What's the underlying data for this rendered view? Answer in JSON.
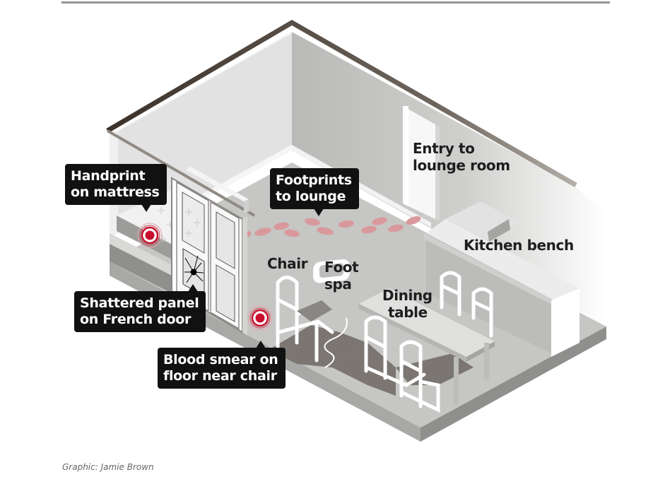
{
  "graphic": {
    "subject": "Isometric crime-scene diagram of a house interior",
    "credit": "Graphic: Jamie Brown"
  },
  "colors": {
    "callout_bg": "#111111",
    "callout_text": "#ffffff",
    "marker_red": "#c8102e",
    "footprint_pink": "#d9999c",
    "wall_light": "#e2e2e2",
    "wall_dark": "#b9b9b7",
    "floor": "#c6c6c4",
    "roof_edge": "#3b3128",
    "rule": "#959595"
  },
  "callouts": [
    {
      "id": "handprint",
      "lines": [
        "Handprint",
        "on mattress"
      ]
    },
    {
      "id": "footprints",
      "lines": [
        "Footprints",
        "to lounge"
      ]
    },
    {
      "id": "shattered",
      "lines": [
        "Shattered panel",
        "on French door"
      ]
    },
    {
      "id": "blood",
      "lines": [
        "Blood smear on",
        "floor near chair"
      ]
    }
  ],
  "labels": [
    {
      "id": "entry",
      "lines": [
        "Entry to",
        "lounge room"
      ]
    },
    {
      "id": "kitchen",
      "lines": [
        "Kitchen bench"
      ]
    },
    {
      "id": "chair",
      "lines": [
        "Chair"
      ]
    },
    {
      "id": "footspa",
      "lines": [
        "Foot",
        "spa"
      ]
    },
    {
      "id": "dining",
      "lines": [
        "Dining",
        "table"
      ]
    }
  ],
  "markers": [
    {
      "id": "handprint-marker",
      "evidence": "Handprint on mattress"
    },
    {
      "id": "blood-marker",
      "evidence": "Blood smear on floor near chair"
    }
  ]
}
